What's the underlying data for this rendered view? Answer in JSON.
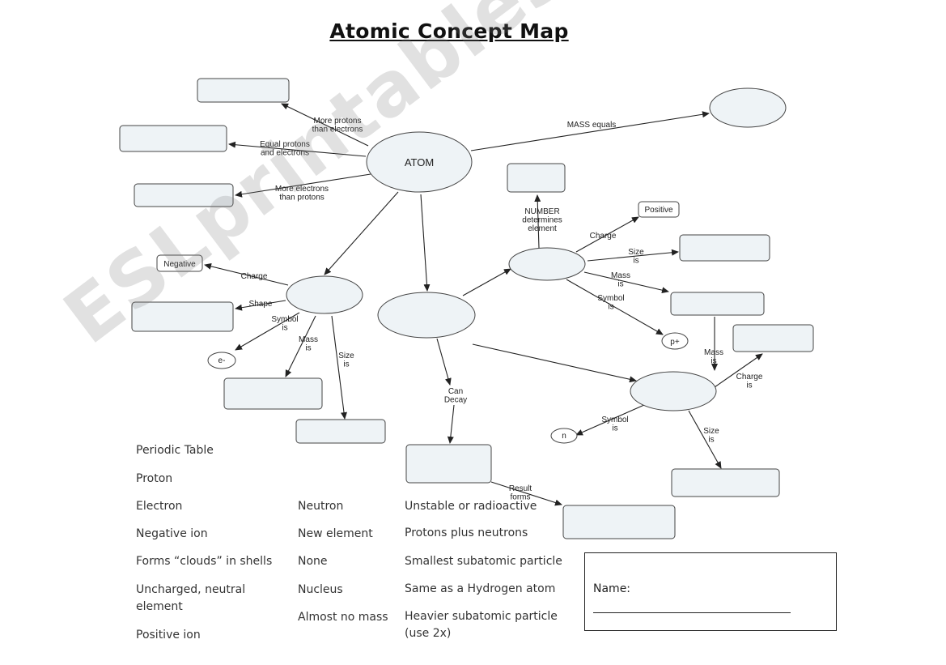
{
  "title": "Atomic Concept Map",
  "nodes": {
    "atom": "ATOM",
    "negative_small": "Negative",
    "positive_small": "Positive",
    "e_minus": "e-",
    "p_plus": "p+",
    "n_small": "n"
  },
  "edge_labels": {
    "more_protons": [
      "More protons",
      "than electrons"
    ],
    "equal_protons": [
      "Equal protons",
      "and electrons"
    ],
    "more_electrons": [
      "More electrons",
      "than protons"
    ],
    "mass_equals": [
      "MASS equals"
    ],
    "e_charge": [
      "Charge"
    ],
    "e_shape": [
      "Shape"
    ],
    "e_symbol": [
      "Symbol",
      "is"
    ],
    "e_mass": [
      "Mass",
      "is"
    ],
    "e_size": [
      "Size",
      "is"
    ],
    "p_number": [
      "NUMBER",
      "determines",
      "element"
    ],
    "p_charge": [
      "Charge"
    ],
    "p_size": [
      "Size",
      "is"
    ],
    "p_mass": [
      "Mass",
      "is"
    ],
    "p_symbol": [
      "Symbol",
      "is"
    ],
    "can_decay": [
      "Can",
      "Decay"
    ],
    "result_forms": [
      "Result",
      "forms"
    ],
    "n_mass": [
      "Mass",
      "is"
    ],
    "n_charge": [
      "Charge",
      "is"
    ],
    "n_symbol": [
      "Symbol",
      "is"
    ],
    "n_size": [
      "Size",
      "is"
    ]
  },
  "word_bank": {
    "col1": [
      "Periodic Table",
      "Proton",
      "Electron",
      "Negative ion",
      "Forms “clouds” in shells",
      "Uncharged, neutral element",
      "Positive ion"
    ],
    "col2": [
      "Neutron",
      "New element",
      "None",
      "Nucleus",
      "Almost no mass"
    ],
    "col3": [
      "Unstable or radioactive",
      "Protons plus neutrons",
      "Smallest  subatomic particle",
      "Same as a Hydrogen atom",
      "Heavier subatomic particle (use 2x)"
    ]
  },
  "name_box": {
    "label": "Name:"
  },
  "watermark": "ESLprintables.com"
}
